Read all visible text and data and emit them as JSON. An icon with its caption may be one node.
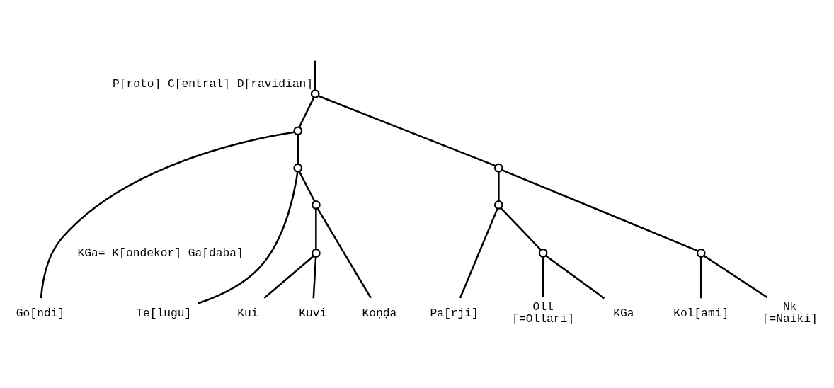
{
  "diagram": {
    "nodes": [
      {
        "text": [],
        "shape": "circle",
        "beside": [
          "P[roto] C[entral] D[ravidian]"
        ]
      },
      {
        "text": [],
        "shape": "circle"
      },
      {
        "text": [],
        "shape": "circle"
      },
      {
        "text": [],
        "shape": "circle"
      },
      {
        "text": [],
        "shape": "circle"
      },
      {
        "text": [],
        "shape": "circle"
      },
      {
        "text": [],
        "shape": "circle"
      },
      {
        "text": [],
        "shape": "circle"
      },
      {
        "text": [],
        "shape": "circle"
      },
      {
        "text": [
          "Te[lugu]"
        ]
      },
      {
        "text": [
          "Kui"
        ]
      },
      {
        "text": [
          "Kuvi"
        ]
      },
      {
        "text": [
          "Koṇḍa"
        ]
      },
      {
        "text": [
          "Go[ndi]"
        ]
      },
      {
        "text": [
          "Kol[ami]"
        ]
      },
      {
        "text": [
          "Nk",
          "[=Naiki]"
        ]
      },
      {
        "text": [
          "Oll",
          "[=Ollari]"
        ]
      },
      {
        "text": [
          "KGa"
        ]
      },
      {
        "text": [
          "Pa[rji]"
        ]
      }
    ],
    "edges": [
      {
        "from": null,
        "to": 0,
        "arrow": "none"
      },
      {
        "from": 0,
        "to": 1,
        "arrow": "none"
      },
      {
        "from": 0,
        "to": 5,
        "arrow": "none"
      },
      {
        "from": 1,
        "to": 2,
        "arrow": "none"
      },
      {
        "from": 1,
        "to": 13,
        "arrow": "none"
      },
      {
        "from": 2,
        "to": 9,
        "arrow": "none"
      },
      {
        "from": 2,
        "to": 3,
        "arrow": "none"
      },
      {
        "from": 3,
        "to": 4,
        "arrow": "none"
      },
      {
        "from": 3,
        "to": 12,
        "arrow": "none"
      },
      {
        "from": 4,
        "to": 10,
        "arrow": "none"
      },
      {
        "from": 4,
        "to": 11,
        "arrow": "none"
      },
      {
        "from": 5,
        "to": 6,
        "arrow": "none"
      },
      {
        "from": 5,
        "to": 7,
        "arrow": "none"
      },
      {
        "from": 6,
        "to": 14,
        "arrow": "none"
      },
      {
        "from": 6,
        "to": 15,
        "arrow": "none"
      },
      {
        "from": 7,
        "to": 8,
        "arrow": "none"
      },
      {
        "from": 7,
        "to": 18,
        "arrow": "none"
      },
      {
        "from": 8,
        "to": 16,
        "arrow": "none"
      },
      {
        "from": 8,
        "to": 17,
        "arrow": "none"
      }
    ],
    "labels": [
      "KGa= K[ondekor] Ga[daba]"
    ]
  }
}
